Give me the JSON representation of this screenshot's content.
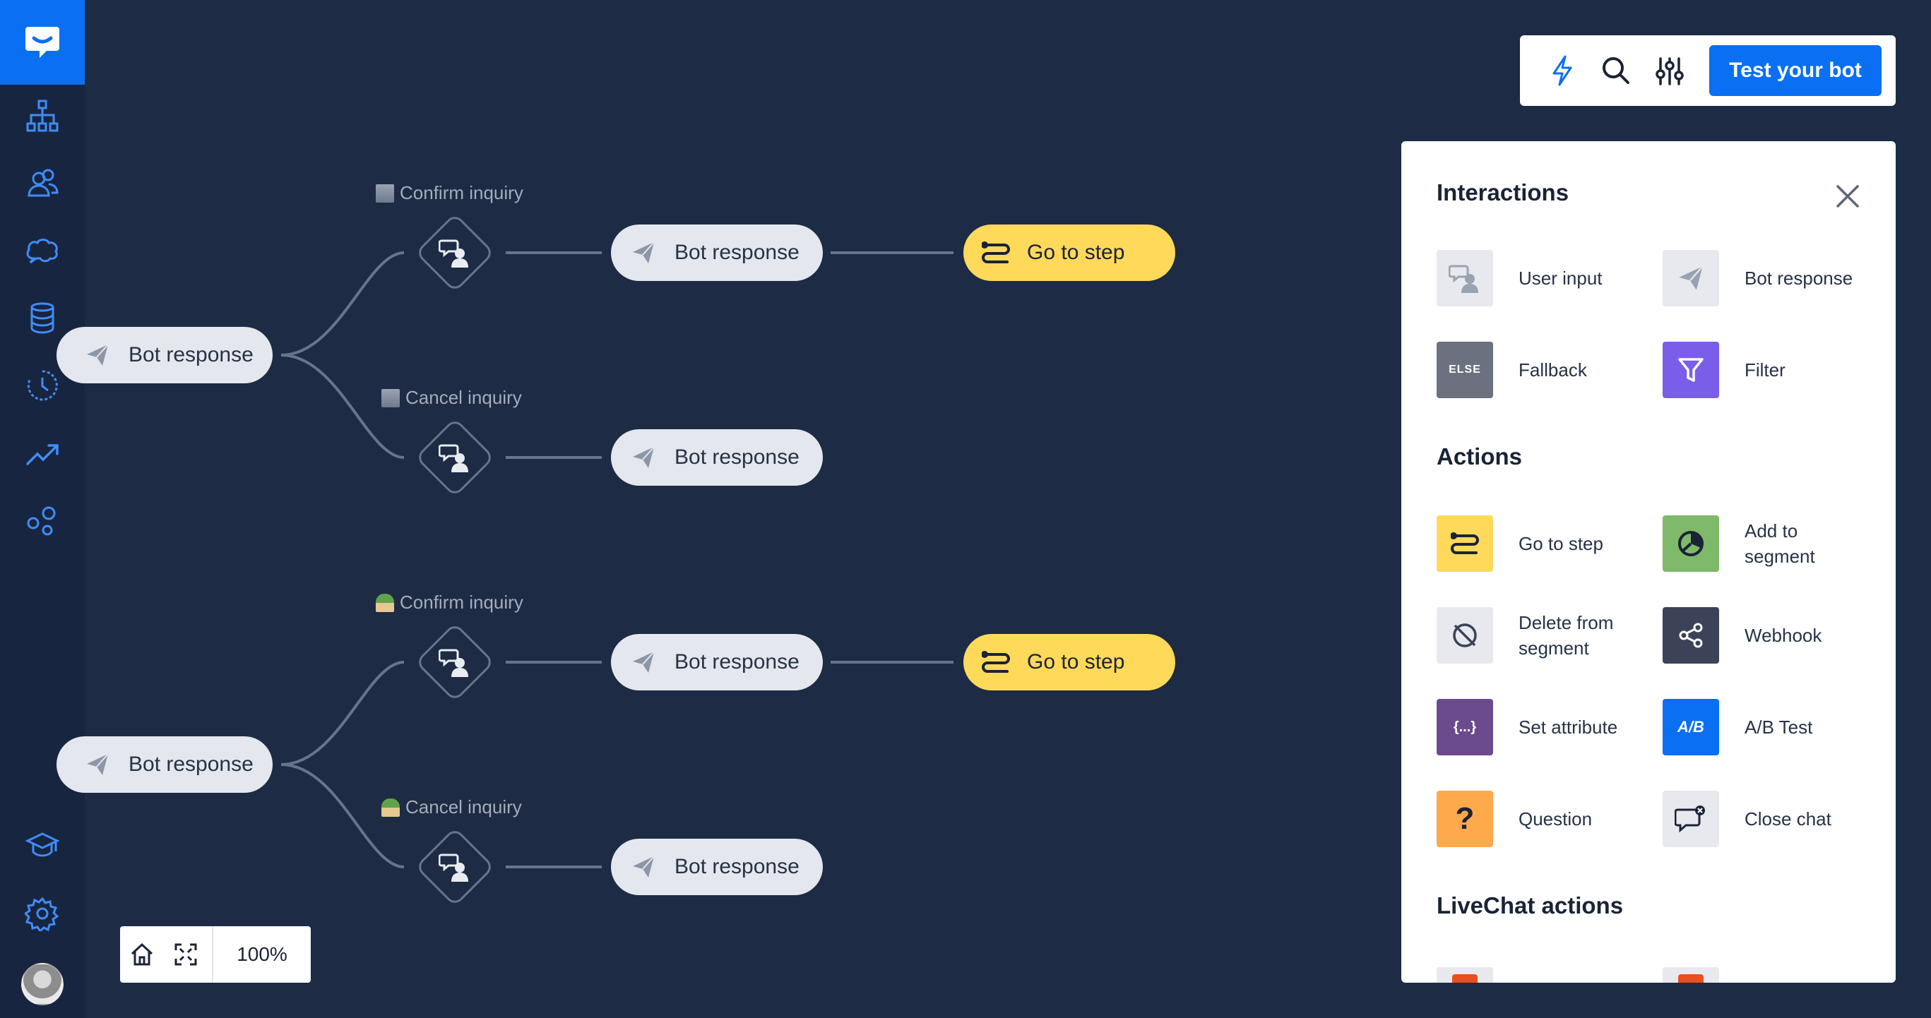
{
  "toolbar": {
    "test_label": "Test your bot"
  },
  "canvas": {
    "root_nodes": [
      {
        "label": "Bot response"
      },
      {
        "label": "Bot response"
      }
    ],
    "branches": [
      {
        "label": "Confirm inquiry",
        "response": "Bot response",
        "goto": "Go to step"
      },
      {
        "label": "Cancel inquiry",
        "response": "Bot response"
      },
      {
        "label": "Confirm inquiry",
        "response": "Bot response",
        "goto": "Go to step"
      },
      {
        "label": "Cancel inquiry",
        "response": "Bot response"
      }
    ]
  },
  "zoom": {
    "value": "100%"
  },
  "panel": {
    "interactions_title": "Interactions",
    "actions_title": "Actions",
    "livechat_title": "LiveChat actions",
    "interactions": [
      {
        "label": "User input",
        "icon": "user-input-icon",
        "color": "#e7e9ee"
      },
      {
        "label": "Bot response",
        "icon": "paper-plane-icon",
        "color": "#e7e9ee"
      },
      {
        "label": "Fallback",
        "icon": "else-icon",
        "color": "#6b717e",
        "badge": "ELSE"
      },
      {
        "label": "Filter",
        "icon": "funnel-icon",
        "color": "#7a5de8"
      }
    ],
    "actions": [
      {
        "label": "Go to step",
        "icon": "route-icon",
        "color": "#ffd95a"
      },
      {
        "label": "Add to segment",
        "icon": "pie-icon",
        "color": "#7fb96a"
      },
      {
        "label": "Delete from segment",
        "icon": "segment-off-icon",
        "color": "#e7e9ee"
      },
      {
        "label": "Webhook",
        "icon": "share-icon",
        "color": "#3c4257"
      },
      {
        "label": "Set attribute",
        "icon": "braces-icon",
        "color": "#6b4b8e",
        "badge": "{...}"
      },
      {
        "label": "A/B Test",
        "icon": "ab-icon",
        "color": "#0a6ff2",
        "badge": "A/B"
      },
      {
        "label": "Question",
        "icon": "question-icon",
        "color": "#ffa94d",
        "badge": "?"
      },
      {
        "label": "Close chat",
        "icon": "close-chat-icon",
        "color": "#e7e9ee"
      }
    ]
  }
}
